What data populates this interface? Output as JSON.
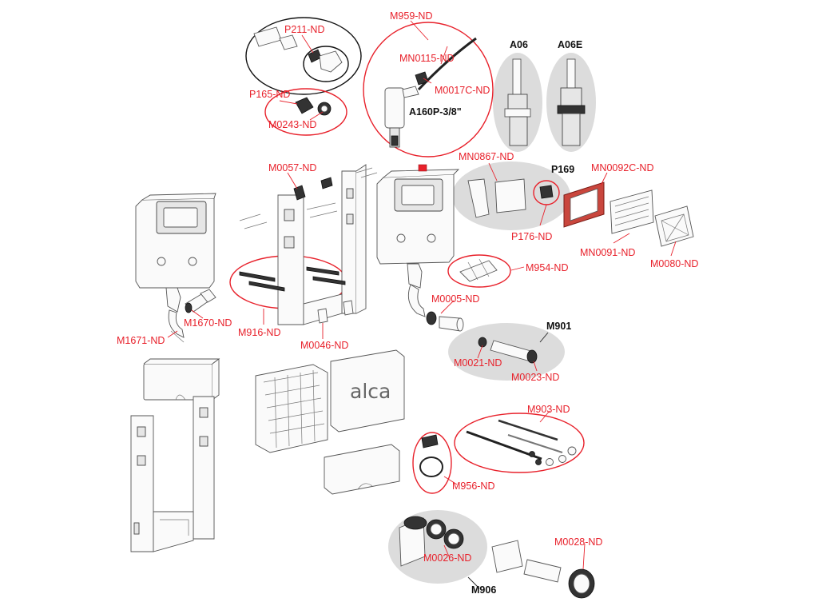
{
  "brand": "alca",
  "accent_color": "#e8212b",
  "labels": {
    "p211": "P211-ND",
    "m959": "M959-ND",
    "mn0115": "MN0115-ND",
    "m0017c": "M0017C-ND",
    "a160p": "A160P-3/8\"",
    "p165": "P165-ND",
    "m0243": "M0243-ND",
    "a06": "A06",
    "a06e": "A06E",
    "m0057": "M0057-ND",
    "mn0867": "MN0867-ND",
    "p169": "P169",
    "mn0092c": "MN0092C-ND",
    "p176": "P176-ND",
    "mn0091": "MN0091-ND",
    "m0080": "M0080-ND",
    "m954": "M954-ND",
    "m916": "M916-ND",
    "m0005": "M0005-ND",
    "m1670": "M1670-ND",
    "m1671": "M1671-ND",
    "m0046": "M0046-ND",
    "m901": "M901",
    "m0021": "M0021-ND",
    "m0023": "M0023-ND",
    "m903": "M903-ND",
    "m956": "M956-ND",
    "m0028": "M0028-ND",
    "m0026": "M0026-ND",
    "m906": "M906"
  }
}
